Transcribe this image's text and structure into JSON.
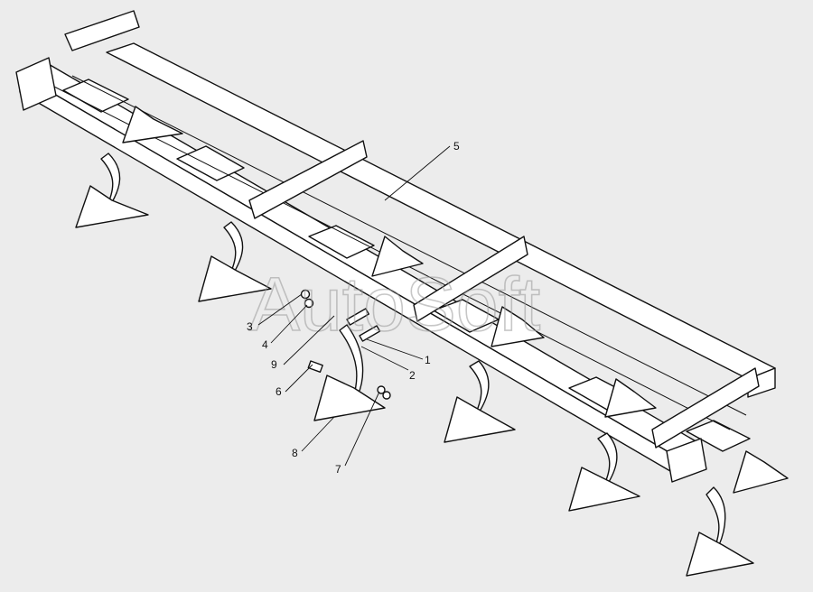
{
  "watermark": "AutoSoft",
  "callouts": [
    {
      "id": "c1",
      "label": "1"
    },
    {
      "id": "c2",
      "label": "2"
    },
    {
      "id": "c3",
      "label": "3"
    },
    {
      "id": "c4",
      "label": "4"
    },
    {
      "id": "c5",
      "label": "5"
    },
    {
      "id": "c6",
      "label": "6"
    },
    {
      "id": "c7",
      "label": "7"
    },
    {
      "id": "c8",
      "label": "8"
    },
    {
      "id": "c9",
      "label": "9"
    }
  ],
  "colors": {
    "background": "#ececec",
    "line": "#111111",
    "watermark": "#9a9a9a"
  }
}
